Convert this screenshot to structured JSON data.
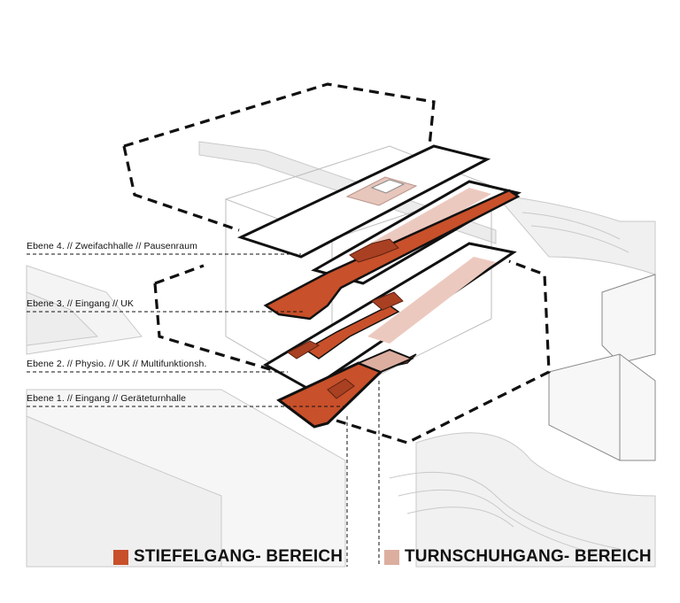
{
  "levels": [
    {
      "id": "ebene-4",
      "label": "Ebene 4. // Zweifachhalle // Pausenraum"
    },
    {
      "id": "ebene-3",
      "label": "Ebene 3. // Eingang // UK"
    },
    {
      "id": "ebene-2",
      "label": "Ebene 2. // Physio. // UK // Multifunktionsh."
    },
    {
      "id": "ebene-1",
      "label": "Ebene 1. // Eingang // Geräteturnhalle"
    }
  ],
  "legend": {
    "stiefelgang": {
      "label": "STIEFELGANG- BEREICH",
      "color": "#c8502a"
    },
    "turnschuhgang": {
      "label": "TURNSCHUHGANG- BEREICH",
      "color": "#dcaea0"
    }
  },
  "colors": {
    "stiefelgang": "#c8502a",
    "turnschuhgang": "#dcaea0",
    "outline": "#111111",
    "context": "#eeeeee"
  }
}
